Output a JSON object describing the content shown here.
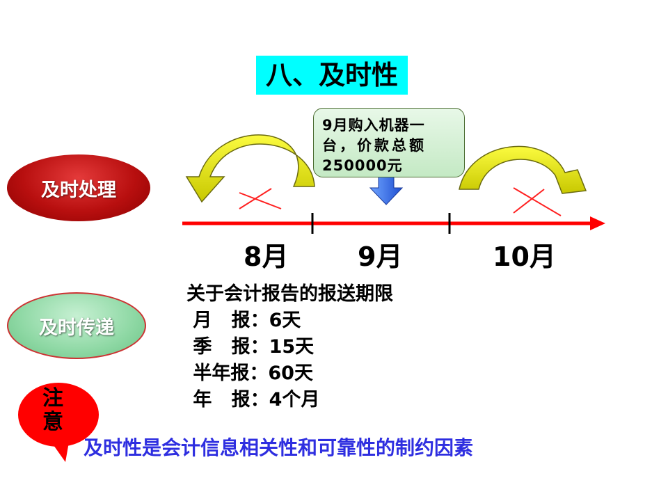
{
  "title": "八、及时性",
  "labels": {
    "timely_processing": "及时处理",
    "timely_transmission": "及时传递",
    "attention_1": "注",
    "attention_2": "意"
  },
  "callout": {
    "line1": "9月购入机器一",
    "line2": "台，价款总额",
    "line3": "250000元"
  },
  "timeline": {
    "months": [
      "8月",
      "9月",
      "10月"
    ]
  },
  "report": {
    "heading": "关于会计报告的报送期限",
    "items": [
      " 月   报：6天",
      " 季   报：15天",
      " 半年报：60天",
      " 年   报：4个月"
    ]
  },
  "note": "及时性是会计信息相关性和可靠性的制约因素",
  "colors": {
    "title_bg": "#00ffff",
    "timeline": "#ff0000",
    "arrow_fill": "#f2f200",
    "note_text": "#2e2ee0"
  }
}
